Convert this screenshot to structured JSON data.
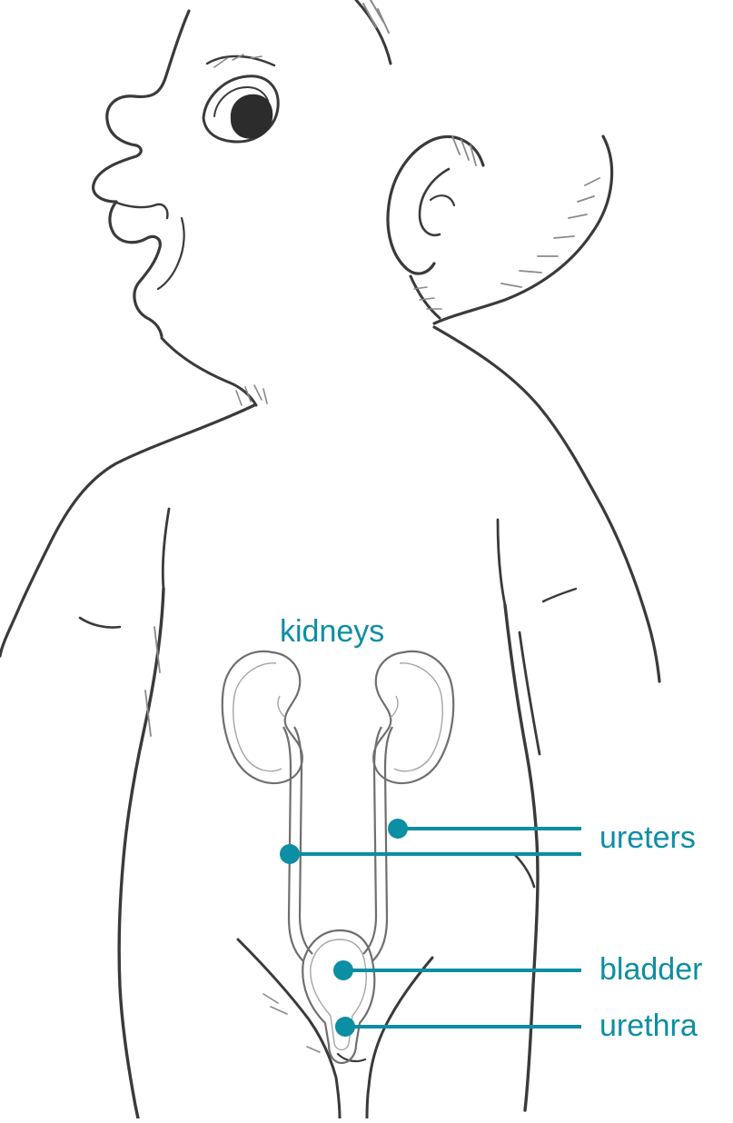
{
  "labels": {
    "kidneys": "kidneys",
    "ureters": "ureters",
    "bladder": "bladder",
    "urethra": "urethra"
  },
  "colors": {
    "accent": "#0c8ea3",
    "outline": "#3a3a3a",
    "organ": "#6f6f6f"
  }
}
